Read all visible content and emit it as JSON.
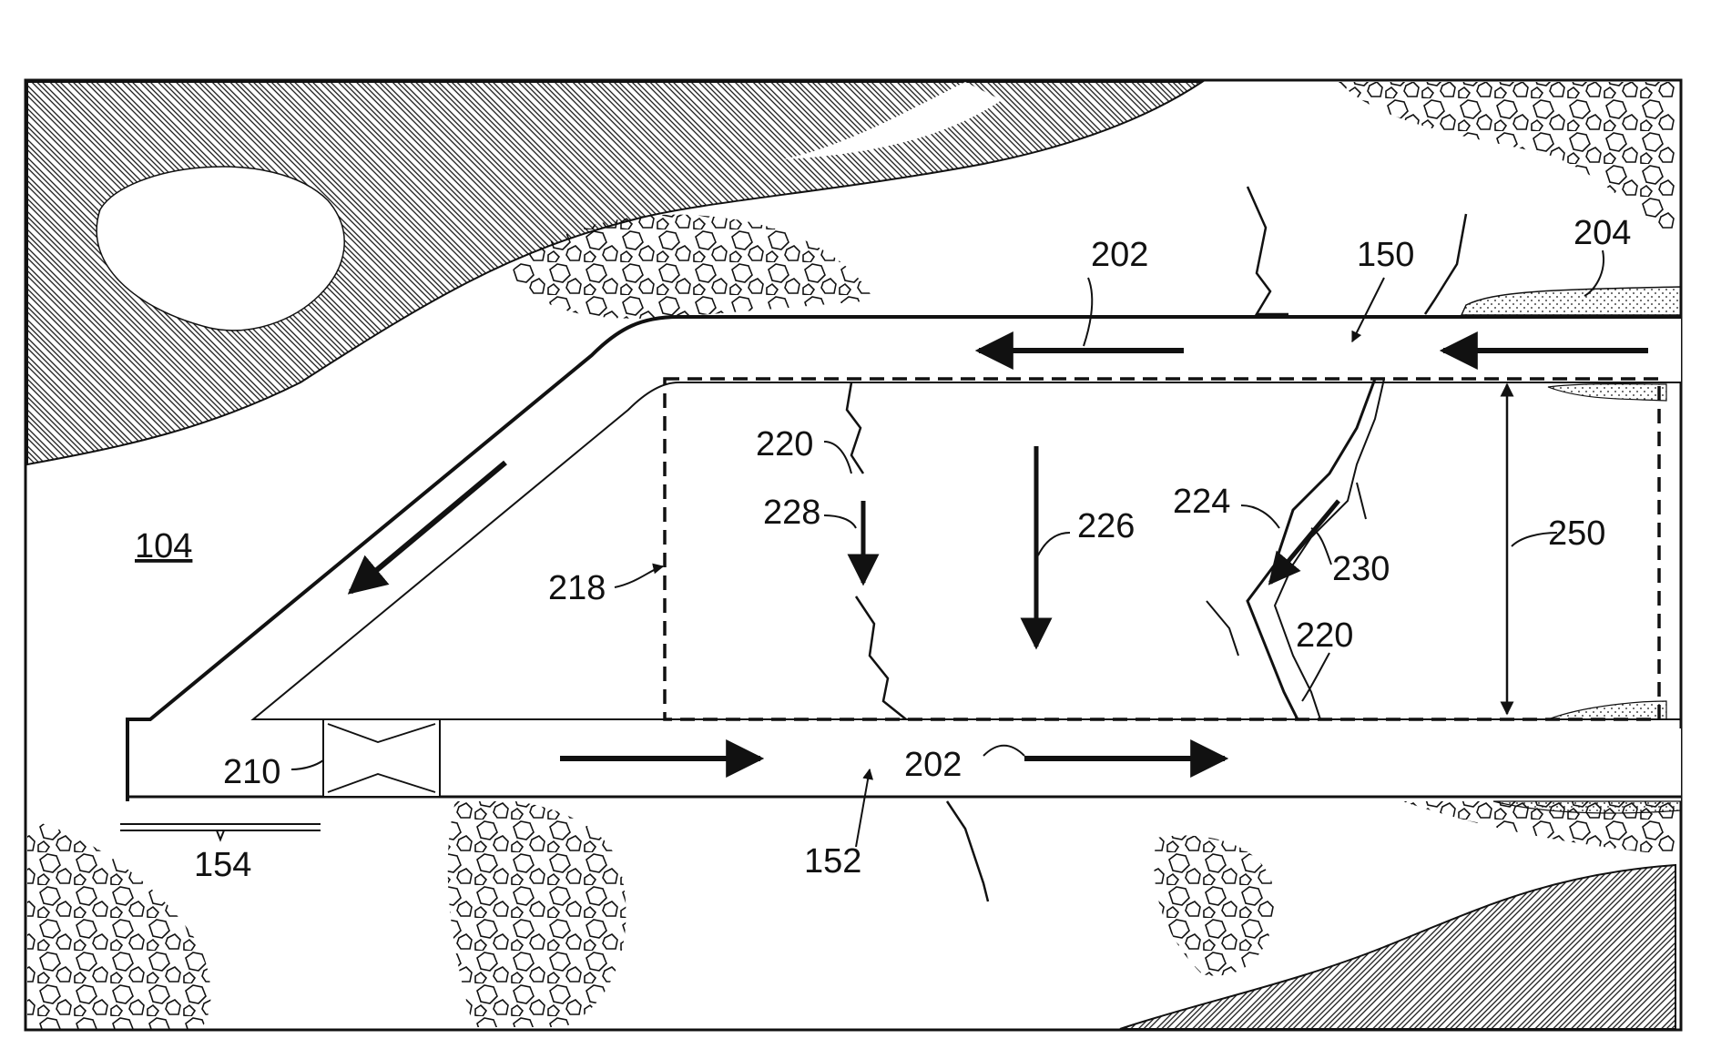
{
  "figure": {
    "labels": {
      "formation": "104",
      "upper_well": "150",
      "lower_well": "152",
      "heel": "154",
      "flow_upper": "202",
      "flow_lower": "202",
      "deposit": "204",
      "packer": "210",
      "zone": "218",
      "fracture_left": "220",
      "fracture_right": "220",
      "fracture_path": "224",
      "gravity_flow": "226",
      "fluid_flow_left": "228",
      "fluid_flow_right": "230",
      "spacing": "250"
    }
  },
  "colors": {
    "ink": "#111111",
    "background": "#ffffff"
  }
}
